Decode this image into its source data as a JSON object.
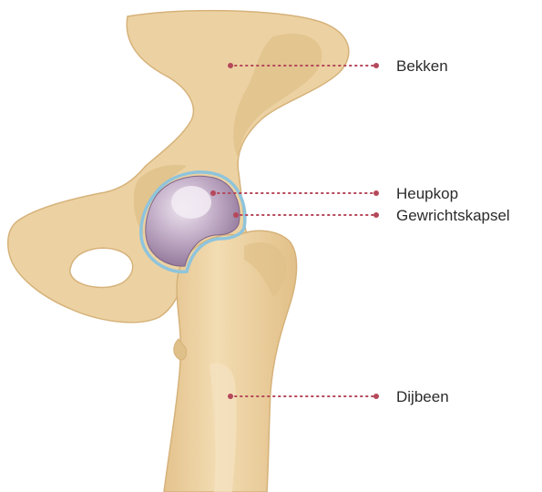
{
  "figure": {
    "labels": {
      "pelvis": "Bekken",
      "femoral_head": "Heupkop",
      "joint_capsule": "Gewrichtskapsel",
      "femur": "Dijbeen"
    }
  },
  "colors": {
    "bone_fill": "#ecd2a2",
    "bone_outline": "#d6b27a",
    "bone_shadow": "#e0c089",
    "femoral_head_fill": "#b59dbb",
    "femoral_head_highlight": "#efe6f0",
    "capsule_outline": "#8fc4dc",
    "leader_line": "#b5485a",
    "label_text": "#2b2b2b"
  }
}
